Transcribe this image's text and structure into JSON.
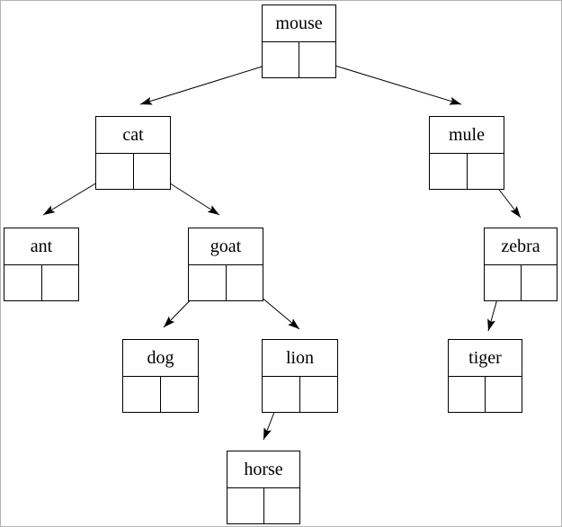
{
  "page": {
    "background_color": "#ffffff",
    "border_color": "#b4b4b4"
  },
  "diagram": {
    "type": "binary-tree-node-diagram",
    "line_color": "#000000",
    "node_fill_color": "#ffffff",
    "nodes": [
      {
        "id": "mouse",
        "label": "mouse"
      },
      {
        "id": "cat",
        "label": "cat"
      },
      {
        "id": "mule",
        "label": "mule"
      },
      {
        "id": "ant",
        "label": "ant"
      },
      {
        "id": "goat",
        "label": "goat"
      },
      {
        "id": "zebra",
        "label": "zebra"
      },
      {
        "id": "dog",
        "label": "dog"
      },
      {
        "id": "lion",
        "label": "lion"
      },
      {
        "id": "tiger",
        "label": "tiger"
      },
      {
        "id": "horse",
        "label": "horse"
      }
    ],
    "edges": [
      {
        "from": "mouse",
        "slot": "left",
        "to": "cat"
      },
      {
        "from": "mouse",
        "slot": "right",
        "to": "mule"
      },
      {
        "from": "cat",
        "slot": "left",
        "to": "ant"
      },
      {
        "from": "cat",
        "slot": "right",
        "to": "goat"
      },
      {
        "from": "mule",
        "slot": "right",
        "to": "zebra"
      },
      {
        "from": "goat",
        "slot": "left",
        "to": "dog"
      },
      {
        "from": "goat",
        "slot": "right",
        "to": "lion"
      },
      {
        "from": "zebra",
        "slot": "left",
        "to": "tiger"
      },
      {
        "from": "lion",
        "slot": "left",
        "to": "horse"
      }
    ]
  }
}
